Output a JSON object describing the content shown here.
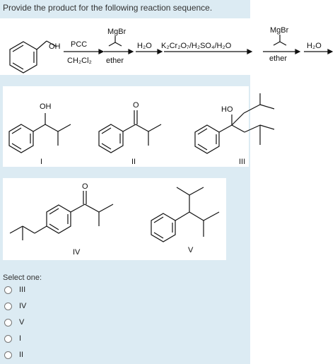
{
  "question": {
    "prompt": "Provide the product for the following reaction sequence."
  },
  "scheme": {
    "step1_reagent_top": "PCC",
    "step1_reagent_bottom": "CH₂Cl₂",
    "step2_reagent_top": "MgBr",
    "step2_reagent_bottom": "ether",
    "step3_reagent": "H₂O",
    "step4_reagent": "K₂Cr₂O₇/H₂SO₄/H₂O",
    "step5_reagent_top": "MgBr",
    "step5_reagent_bottom": "ether",
    "step6_reagent": "H₂O",
    "start_group": "OH"
  },
  "structures": {
    "I": {
      "label": "I",
      "group": "OH"
    },
    "II": {
      "label": "II",
      "group": "O"
    },
    "III": {
      "label": "III",
      "group": "HO"
    },
    "IV": {
      "label": "IV",
      "group": "O"
    },
    "V": {
      "label": "V"
    }
  },
  "answer": {
    "select_label": "Select one:",
    "options": [
      "III",
      "IV",
      "V",
      "I",
      "II"
    ]
  }
}
